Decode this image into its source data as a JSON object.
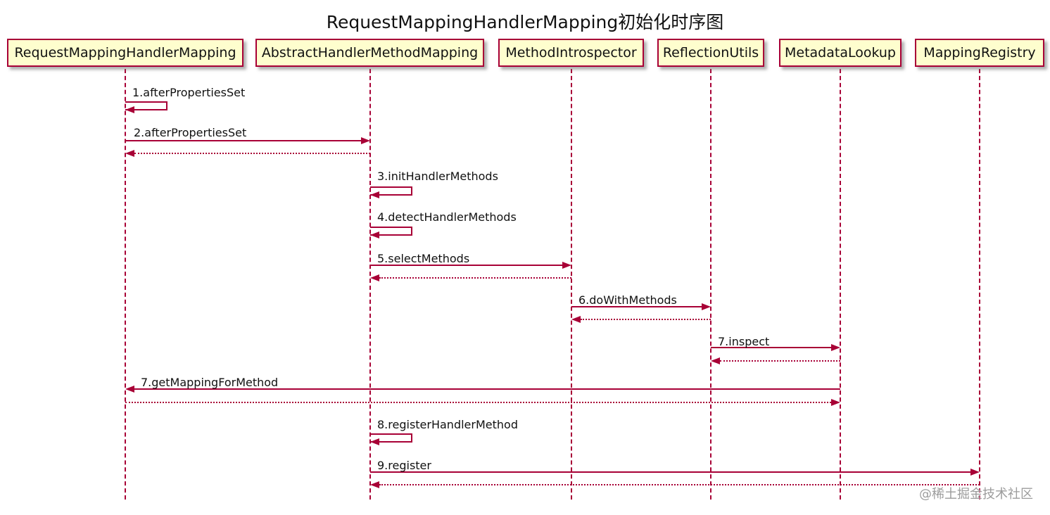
{
  "title": "RequestMappingHandlerMapping初始化时序图",
  "watermark": "@稀土掘金技术社区",
  "colors": {
    "participant_fill": "#FEFECE",
    "line": "#A80036",
    "text": "#111111",
    "watermark": "#9C9C9C",
    "background": "#FFFFFF"
  },
  "participants": [
    {
      "name": "RequestMappingHandlerMapping"
    },
    {
      "name": "AbstractHandlerMethodMapping"
    },
    {
      "name": "MethodIntrospector"
    },
    {
      "name": "ReflectionUtils"
    },
    {
      "name": "MetadataLookup"
    },
    {
      "name": "MappingRegistry"
    }
  ],
  "messages": [
    {
      "label": "1.afterPropertiesSet",
      "from": "RequestMappingHandlerMapping",
      "to": "RequestMappingHandlerMapping",
      "kind": "self-call",
      "returns": false
    },
    {
      "label": "2.afterPropertiesSet",
      "from": "RequestMappingHandlerMapping",
      "to": "AbstractHandlerMethodMapping",
      "kind": "call",
      "returns": true
    },
    {
      "label": "3.initHandlerMethods",
      "from": "AbstractHandlerMethodMapping",
      "to": "AbstractHandlerMethodMapping",
      "kind": "self-call",
      "returns": false
    },
    {
      "label": "4.detectHandlerMethods",
      "from": "AbstractHandlerMethodMapping",
      "to": "AbstractHandlerMethodMapping",
      "kind": "self-call",
      "returns": false
    },
    {
      "label": "5.selectMethods",
      "from": "AbstractHandlerMethodMapping",
      "to": "MethodIntrospector",
      "kind": "call",
      "returns": true
    },
    {
      "label": "6.doWithMethods",
      "from": "MethodIntrospector",
      "to": "ReflectionUtils",
      "kind": "call",
      "returns": true
    },
    {
      "label": "7.inspect",
      "from": "ReflectionUtils",
      "to": "MetadataLookup",
      "kind": "call",
      "returns": true
    },
    {
      "label": "7.getMappingForMethod",
      "from": "MetadataLookup",
      "to": "RequestMappingHandlerMapping",
      "kind": "call",
      "returns": true
    },
    {
      "label": "8.registerHandlerMethod",
      "from": "AbstractHandlerMethodMapping",
      "to": "AbstractHandlerMethodMapping",
      "kind": "self-call",
      "returns": false
    },
    {
      "label": "9.register",
      "from": "AbstractHandlerMethodMapping",
      "to": "MappingRegistry",
      "kind": "call",
      "returns": true
    }
  ]
}
